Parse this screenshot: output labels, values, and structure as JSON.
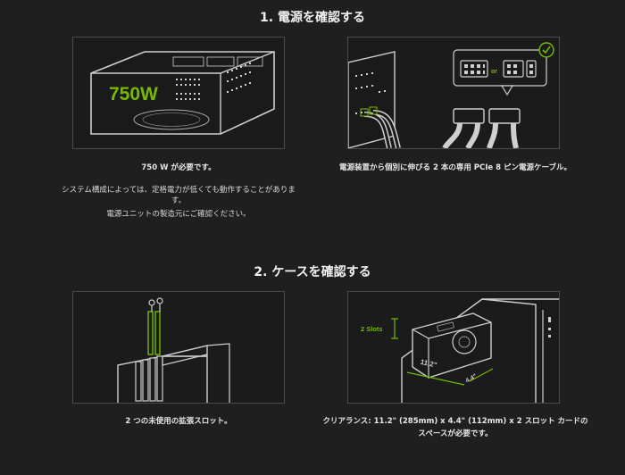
{
  "power_section": {
    "title": "1. 電源を確認する",
    "psu_wattage_label": "750W",
    "connector_or_label": "or",
    "wattage_caption": "750 W が必要です。",
    "system_note_line1": "システム構成によっては、定格電力が低くても動作することがありま",
    "system_note_line2": "す。",
    "manufacturer_note": "電源ユニットの製造元にご確認ください。",
    "cable_caption": "電源装置から個別に伸びる 2 本の専用 PCIe 8 ピン電源ケーブル。",
    "accent_color": "#76b900"
  },
  "case_section": {
    "title": "2. ケースを確認する",
    "slots_caption": "2 つの未使用の拡張スロット。",
    "slots_label": "2 Slots",
    "length_label": "11.2\"",
    "height_label": "4.4\"",
    "clearance_line1": "クリアランス: 11.2\" (285mm) x 4.4\" (112mm) x 2 スロット カードの",
    "clearance_line2": "スペースが必要です。"
  }
}
